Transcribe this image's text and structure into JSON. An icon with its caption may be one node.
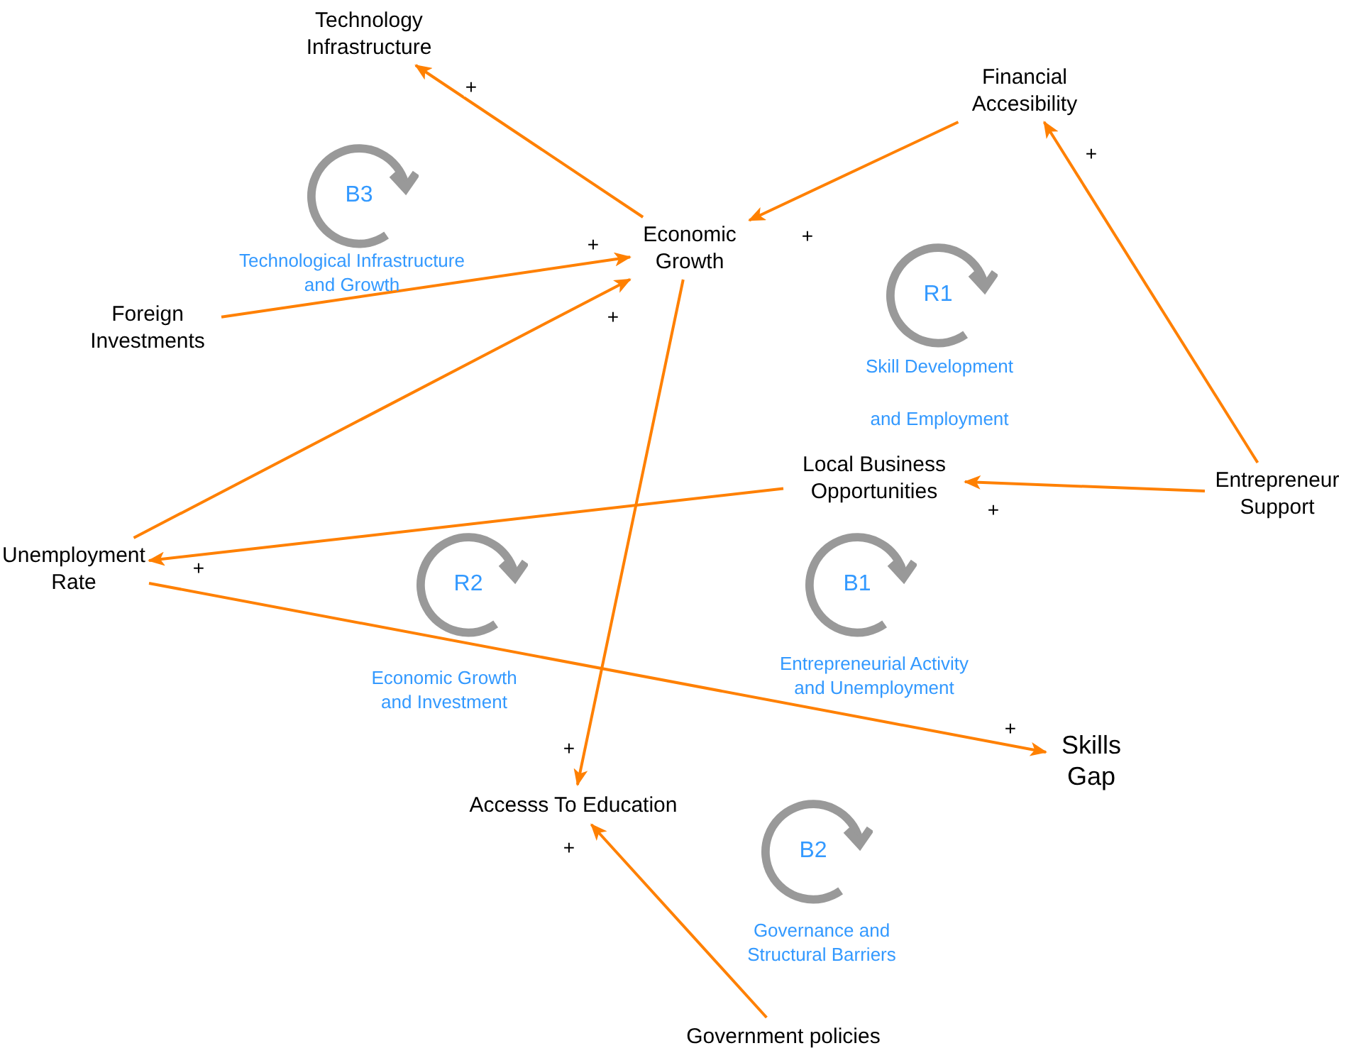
{
  "diagram": {
    "nodes": [
      {
        "text": [
          "Technology Infrastructure"
        ]
      },
      {
        "text": [
          "Financial Accesibility"
        ]
      },
      {
        "text": [
          "B3"
        ],
        "beside": [
          "Technological Infrastructure and Growth"
        ]
      },
      {
        "text": [
          "Economic Growth"
        ]
      },
      {
        "text": [
          "Foreign Investments"
        ]
      },
      {
        "text": [
          "R1"
        ],
        "beside": [
          "Skill Development",
          "and Employment"
        ]
      },
      {
        "text": [
          "Local Business Opportunities"
        ]
      },
      {
        "text": [
          "Entrepreneur Support"
        ]
      },
      {
        "text": [
          "Unemployment Rate"
        ]
      },
      {
        "text": [
          "R2"
        ],
        "beside": [
          "Economic Growth and Investment"
        ]
      },
      {
        "text": [
          "B1"
        ],
        "beside": [
          "Entrepreneurial Activity and Unemployment"
        ]
      },
      {
        "text": [
          "Skills Gap"
        ]
      },
      {
        "text": [
          "Accesss To Education"
        ]
      },
      {
        "text": [
          "B2"
        ],
        "beside": [
          "Governance and Structural Barriers"
        ]
      },
      {
        "text": [
          "Government policies"
        ]
      }
    ],
    "edges": [
      {
        "from": 3,
        "to": 0,
        "arrow": "to",
        "label": "+"
      },
      {
        "from": 4,
        "to": 3,
        "arrow": "to",
        "label": "+"
      },
      {
        "from": 8,
        "to": 3,
        "arrow": "to",
        "label": "+"
      },
      {
        "from": 1,
        "to": 3,
        "arrow": "to",
        "label": "+"
      },
      {
        "from": 7,
        "to": 1,
        "arrow": "to",
        "label": "+"
      },
      {
        "from": 7,
        "to": 6,
        "arrow": "to",
        "label": "+"
      },
      {
        "from": 6,
        "to": 8,
        "arrow": "to",
        "label": "+"
      },
      {
        "from": 3,
        "to": 12,
        "arrow": "to",
        "label": "+"
      },
      {
        "from": 8,
        "to": 11,
        "arrow": "to",
        "label": "+"
      },
      {
        "from": 14,
        "to": 12,
        "arrow": "to",
        "label": "+"
      }
    ]
  }
}
